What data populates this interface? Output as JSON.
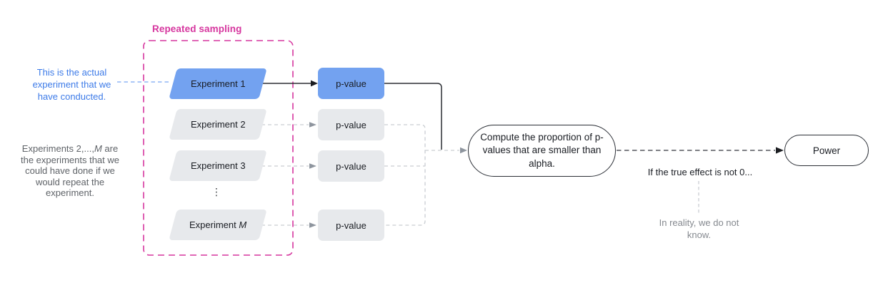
{
  "group": {
    "label": "Repeated sampling",
    "color": "#d6359e"
  },
  "experiments": [
    {
      "label_prefix": "Experiment 1",
      "label_m": "",
      "variant": "blue"
    },
    {
      "label_prefix": "Experiment 2",
      "label_m": "",
      "variant": "gray"
    },
    {
      "label_prefix": "Experiment 3",
      "label_m": "",
      "variant": "gray"
    },
    {
      "label_prefix": "Experiment ",
      "label_m": "M",
      "variant": "gray"
    }
  ],
  "dots_glyph": "⋮",
  "pvalues": [
    {
      "label": "p-value",
      "variant": "blue"
    },
    {
      "label": "p-value",
      "variant": "gray"
    },
    {
      "label": "p-value",
      "variant": "gray"
    },
    {
      "label": "p-value",
      "variant": "gray"
    }
  ],
  "compute_node": {
    "label": "Compute the proportion of p-values that are smaller than alpha."
  },
  "power_node": {
    "label": "Power"
  },
  "annotations": {
    "actual_experiment": {
      "text": "This is the actual experiment that we have conducted.",
      "color": "#3d7be8"
    },
    "hypothetical": {
      "prefix": "Experiments 2,...,",
      "m": "M",
      "rest": " are the experiments that we could have done if we would repeat the experiment.",
      "color": "#5f6368"
    },
    "true_effect": "If the true effect is not 0...",
    "reality": "In reality, we do not know."
  },
  "colors": {
    "highlight_blue": "#73a2f0",
    "node_gray": "#e7e9ec",
    "magenta": "#d6359e",
    "connector_gray": "#c9cdd2",
    "arrow_dark": "#2b2e33",
    "annotation_blue": "#3d7be8",
    "annotation_gray": "#5f6368",
    "annotation_light_gray": "#85898f"
  }
}
